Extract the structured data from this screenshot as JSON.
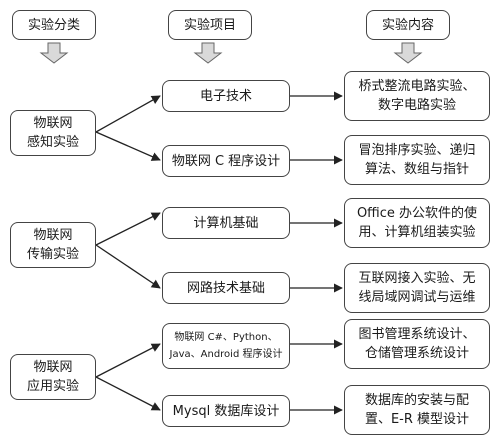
{
  "headers": {
    "category": "实验分类",
    "project": "实验项目",
    "content": "实验内容"
  },
  "categories": [
    [
      "物联网",
      "感知实验"
    ],
    [
      "物联网",
      "传输实验"
    ],
    [
      "物联网",
      "应用实验"
    ]
  ],
  "projects": [
    [
      "电子技术"
    ],
    [
      "物联网 C 程序设计"
    ],
    [
      "计算机基础"
    ],
    [
      "网路技术基础"
    ],
    [
      "物联网 C#、Python、",
      "Java、Android 程序设计"
    ],
    [
      "Mysql 数据库设计"
    ]
  ],
  "contents": [
    [
      "桥式整流电路实验、",
      "数字电路实验"
    ],
    [
      "冒泡排序实验、递归",
      "算法、数组与指针"
    ],
    [
      "Office 办公软件的使",
      "用、计算机组装实验"
    ],
    [
      "互联网接入实验、无",
      "线局域网调试与运维"
    ],
    [
      "图书管理系统设计、",
      "仓储管理系统设计"
    ],
    [
      "数据库的安装与配",
      "置、E-R 模型设计"
    ]
  ]
}
